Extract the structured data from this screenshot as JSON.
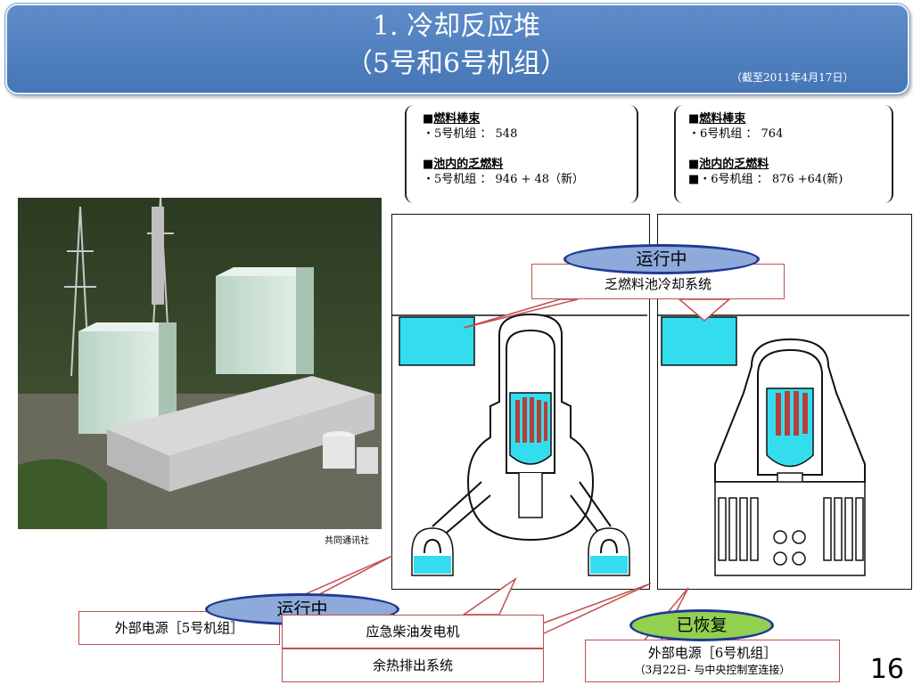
{
  "header": {
    "title_line1": "1. 冷却反应堆",
    "title_line2": "（5号和6号机组）",
    "as_of": "（截至2011年4月17日）"
  },
  "unit5_info": {
    "fuel_head": "燃料棒束",
    "fuel_value": "・5号机组 ： 548",
    "pool_head": "池内的乏燃料",
    "pool_value": "・5号机组 ： 946 + 48（新）"
  },
  "unit6_info": {
    "fuel_head": "燃料棒束",
    "fuel_value": "・6号机组 ： 764",
    "pool_head": "池内的乏燃料",
    "pool_value": "■・6号机组 ： 876 +64(新)"
  },
  "photo": {
    "credit": "共同通讯社"
  },
  "labels": {
    "spent_pool_status": "运行中",
    "spent_pool_system": "乏燃料池冷却系统",
    "power5_status": "运行中",
    "power5": "外部电源［5号机组］",
    "edg": "应急柴油发电机",
    "rhr": "余热排出系统",
    "power6_status": "已恢复",
    "power6": "外部电源［6号机组］",
    "power6_note": "（3月22日- 与中央控制室连接）"
  },
  "page_number": "16",
  "colors": {
    "banner": "#4f81bd",
    "pool_fill": "#33ddee",
    "oval_blue": "#8eaadb",
    "oval_green": "#92d050",
    "callout_border": "#c0504d",
    "fuel_rod": "#b5403a"
  }
}
